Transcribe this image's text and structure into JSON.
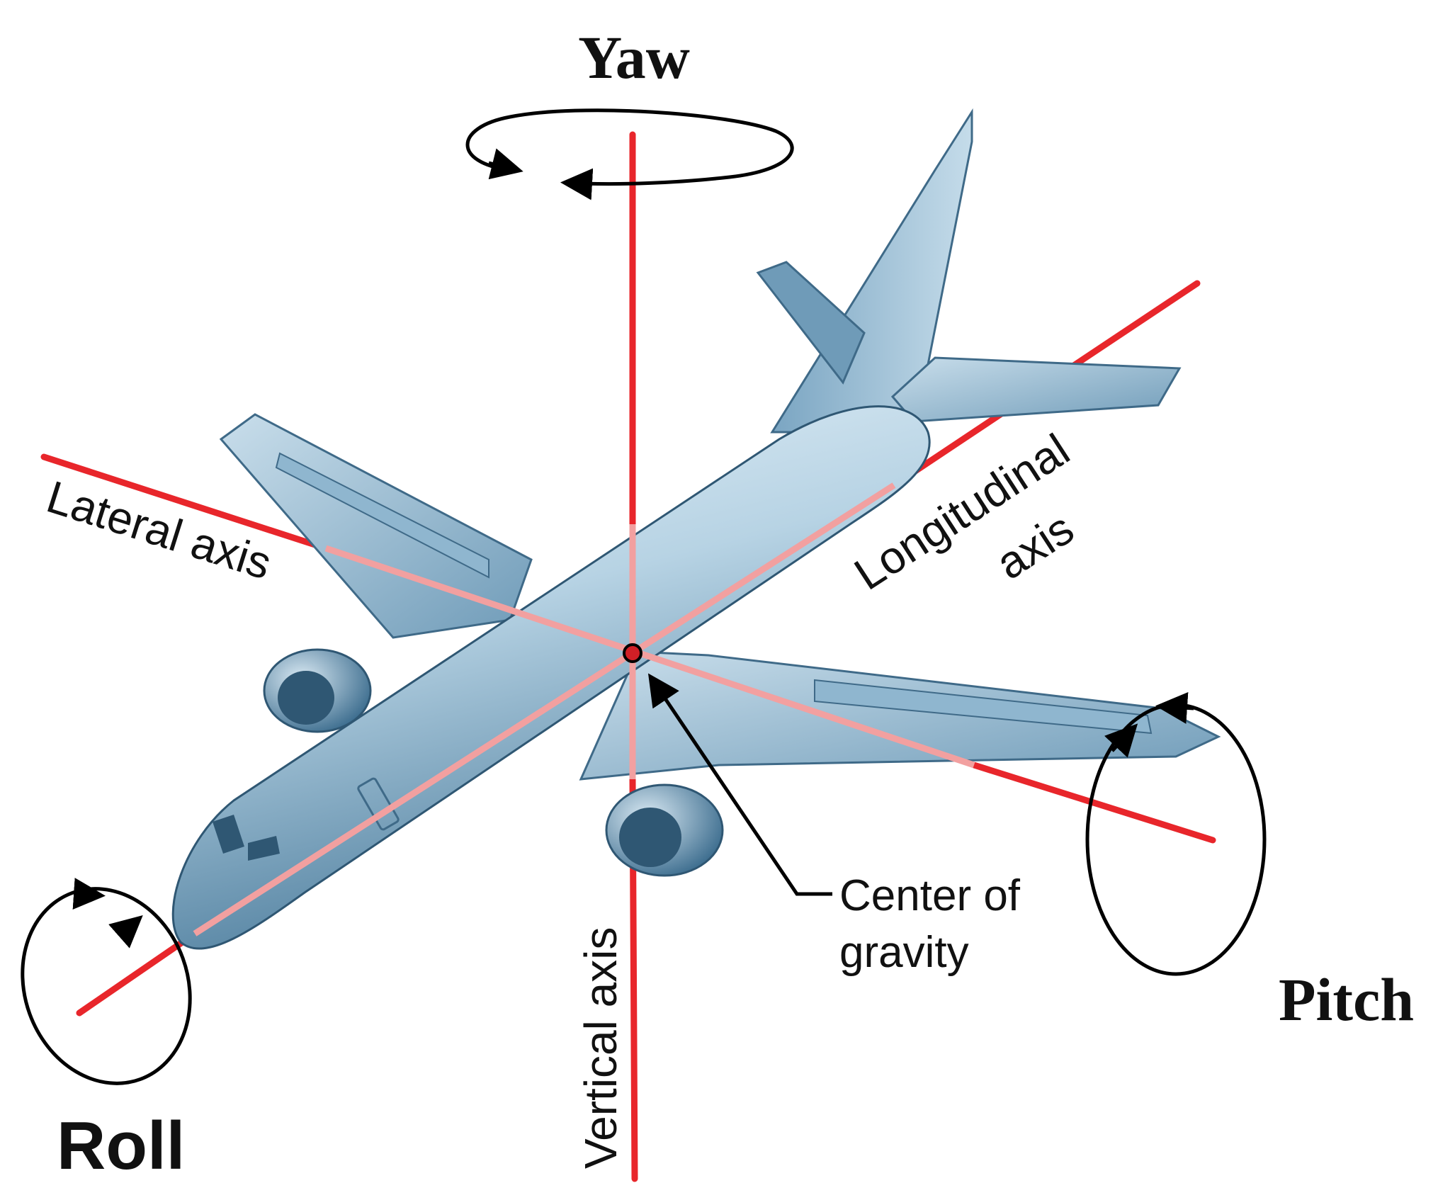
{
  "labels": {
    "yaw": "Yaw",
    "pitch": "Pitch",
    "roll": "Roll",
    "lateral_axis": "Lateral axis",
    "longitudinal_line1": "Longitudinal",
    "longitudinal_line2": "axis",
    "vertical_axis": "Vertical axis",
    "center_line1": "Center of",
    "center_line2": "gravity"
  },
  "colors": {
    "axis": "#e8262b",
    "axis_faded": "#f2a0a0",
    "aircraft_body": "#a9c8dc",
    "aircraft_dark": "#4f7d9c",
    "aircraft_light": "#e6f1f8",
    "rotation_arrow": "#000000"
  }
}
